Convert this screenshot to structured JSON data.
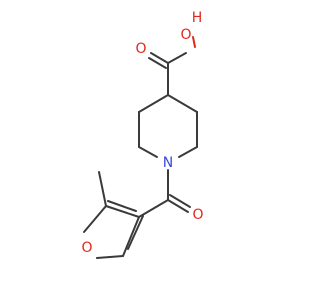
{
  "atoms": {
    "hydroxyl_o": "O",
    "hydroxyl_h": "H",
    "carbonyl_o_acid": "O",
    "ring_n": "N",
    "carbonyl_o_amide": "O",
    "furan_o": "O"
  },
  "colors": {
    "bond": "#3a3a3a",
    "oxygen": "#e0281e",
    "nitrogen": "#3848e0",
    "background": "#ffffff"
  }
}
